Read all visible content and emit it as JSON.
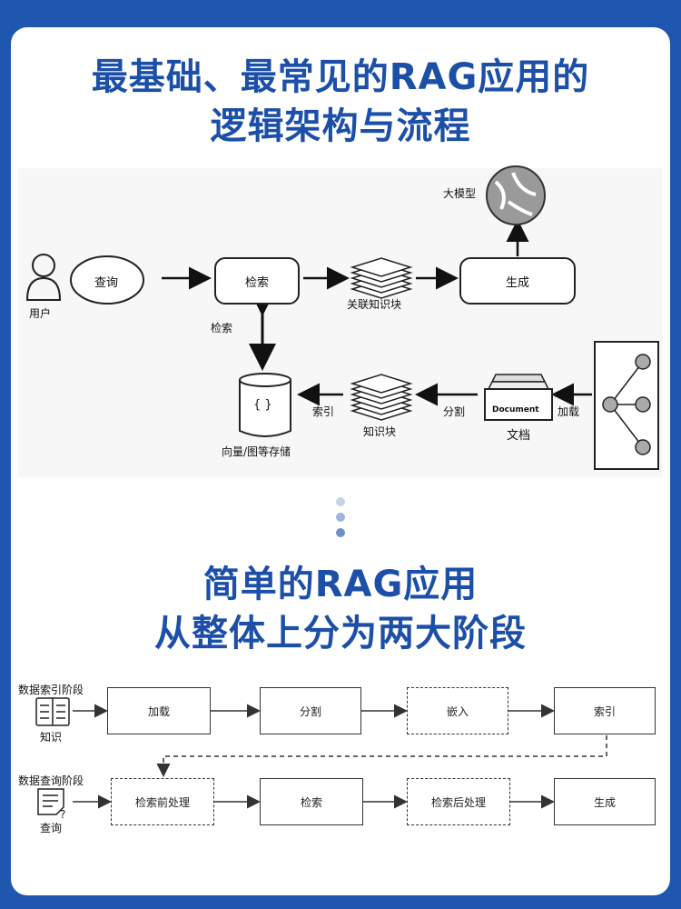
{
  "title1": {
    "line1": "最基础、最常见的RAG应用的",
    "line2": "逻辑架构与流程"
  },
  "arch": {
    "user": "用户",
    "query": "查询",
    "retrieve": "检索",
    "chunks": "关联知识块",
    "generate": "生成",
    "llm": "大模型",
    "retrieve_side": "检索",
    "store": "向量/图等存储",
    "store_symbol": "{ }",
    "index": "索引",
    "knowledge_chunks": "知识块",
    "split": "分割",
    "document_word": "Document",
    "docs": "文档",
    "load": "加载"
  },
  "title2": {
    "line1": "简单的RAG应用",
    "line2": "从整体上分为两大阶段"
  },
  "stages": {
    "index_stage": {
      "label": "数据索引阶段",
      "icon_label": "知识",
      "steps": [
        "加载",
        "分割",
        "嵌入",
        "索引"
      ]
    },
    "query_stage": {
      "label": "数据查询阶段",
      "icon_label": "查询",
      "steps": [
        "检索前处理",
        "检索",
        "检索后处理",
        "生成"
      ]
    }
  },
  "colors": {
    "brand": "#1f57b0",
    "title": "#1c4fa8",
    "dot": "#7a96c8"
  }
}
